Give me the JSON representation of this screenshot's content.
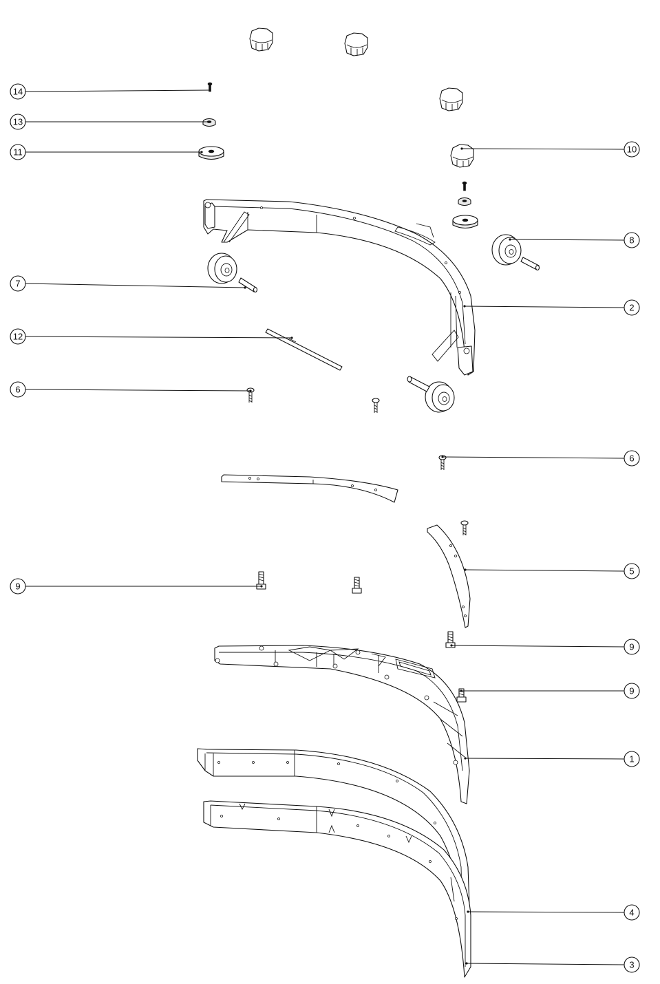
{
  "callouts": [
    {
      "id": "c14",
      "label": "14"
    },
    {
      "id": "c13",
      "label": "13"
    },
    {
      "id": "c11",
      "label": "11"
    },
    {
      "id": "c10",
      "label": "10"
    },
    {
      "id": "c8",
      "label": "8"
    },
    {
      "id": "c7",
      "label": "7"
    },
    {
      "id": "c2",
      "label": "2"
    },
    {
      "id": "c12",
      "label": "12"
    },
    {
      "id": "c6a",
      "label": "6"
    },
    {
      "id": "c6b",
      "label": "6"
    },
    {
      "id": "c5",
      "label": "5"
    },
    {
      "id": "c9a",
      "label": "9"
    },
    {
      "id": "c9b",
      "label": "9"
    },
    {
      "id": "c9c",
      "label": "9"
    },
    {
      "id": "c1",
      "label": "1"
    },
    {
      "id": "c4",
      "label": "4"
    },
    {
      "id": "c3",
      "label": "3"
    }
  ]
}
